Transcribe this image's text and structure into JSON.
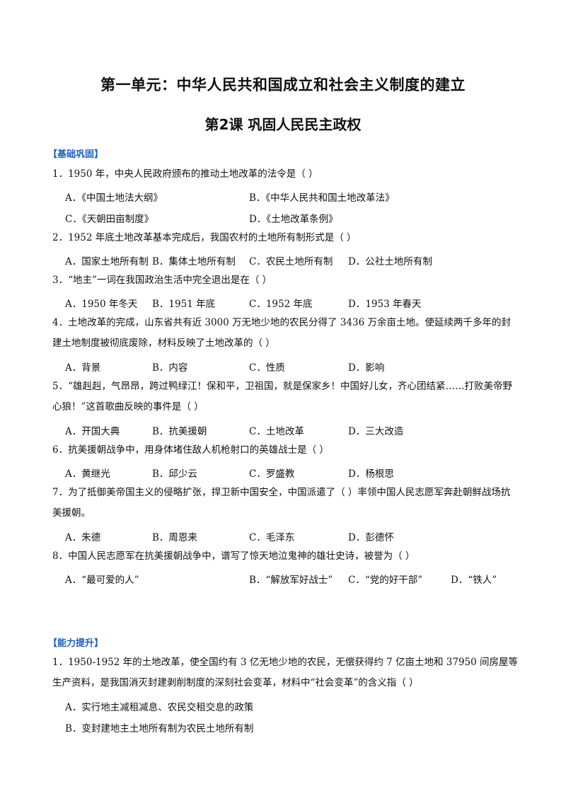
{
  "doc": {
    "title": "第一单元：中华人民共和国成立和社会主义制度的建立",
    "subtitle": "第2课  巩固人民民主政权"
  },
  "basic": {
    "heading": "【基础巩固】",
    "questions": [
      {
        "text": "1．1950 年，中央人民政府颁布的推动土地改革的法令是（    ）",
        "options": [
          "A．《中国土地法大纲》",
          "B．《中华人民共和国土地改革法》",
          "C．《天朝田亩制度》",
          "D．《土地改革条例》"
        ]
      },
      {
        "text": "2．1952 年底土地改革基本完成后，我国农村的土地所有制形式是（    ）",
        "options": [
          "A．国家土地所有制",
          "B．集体土地所有制",
          "C．农民土地所有制",
          "D．公社土地所有制"
        ]
      },
      {
        "text": "3．“地主”一词在我国政治生活中完全退出是在（    ）",
        "options": [
          "A．1950 年冬天",
          "B．1951 年底",
          "C．1952 年底",
          "D．1953 年春天"
        ]
      },
      {
        "text": "4．土地改革的完成，山东省共有近 3000 万无地少地的农民分得了 3436 万余亩土地。使延续两千多年的封建土地制度被彻底废除，材料反映了土地改革的（    ）",
        "options": [
          "A．背景",
          "B．内容",
          "C．性质",
          "D．影响"
        ]
      },
      {
        "text": "5．“雄赳赳，气昂昂，跨过鸭绿江！保和平，卫祖国，就是保家乡！中国好儿女，齐心团结紧……打败美帝野心狼！”这首歌曲反映的事件是（    ）",
        "options": [
          "A．开国大典",
          "B．抗美援朝",
          "C．土地改革",
          "D．三大改造"
        ]
      },
      {
        "text": "6．抗美援朝战争中，用身体堵住敌人机枪射口的英雄战士是（    ）",
        "options": [
          "A．黄继光",
          "B．邱少云",
          "C．罗盛教",
          "D．杨根思"
        ]
      },
      {
        "text": "7．为了抵御美帝国主义的侵略扩张，捍卫新中国安全，中国派遣了（    ）率领中国人民志愿军奔赴朝鲜战场抗美援朝。",
        "options": [
          "A．朱德",
          "B．周恩来",
          "C．毛泽东",
          "D．彭德怀"
        ]
      },
      {
        "text": "8．中国人民志愿军在抗美援朝战争中，谱写了惊天地泣鬼神的雄壮史诗，被誉为（    ）",
        "options": [
          "A．“最可爱的人”",
          "B．“解放军好战士”",
          "C．“党的好干部”",
          "D．“铁人”"
        ]
      }
    ]
  },
  "advanced": {
    "heading": "【能力提升】",
    "questions": [
      {
        "text": "1．1950-1952 年的土地改革，使全国约有 3 亿无地少地的农民，无偿获得约 7 亿亩土地和 37950 间房屋等生产资料，是我国消灭封建剥削制度的深刻社会变革，材料中“社会变革”的含义指（    ）",
        "options": [
          "A．实行地主减租减息、农民交租交息的政策",
          "B．变封建地主土地所有制为农民土地所有制"
        ]
      }
    ]
  }
}
